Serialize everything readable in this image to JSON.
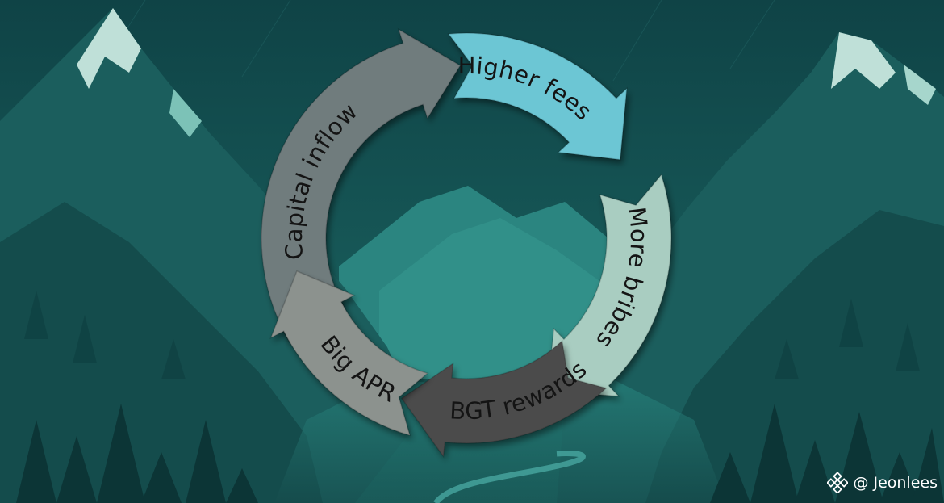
{
  "diagram": {
    "type": "cycle",
    "segments": [
      {
        "id": "capital",
        "label": "Capital inflow",
        "color": "#707b7d"
      },
      {
        "id": "fees",
        "label": "Higher fees",
        "color": "#6cc6d4"
      },
      {
        "id": "bribes",
        "label": "More bribes",
        "color": "#a9cdc1"
      },
      {
        "id": "bgt",
        "label": "BGT rewards",
        "color": "#4c4c4c"
      },
      {
        "id": "apr",
        "label": "Big APR",
        "color": "#8c928e"
      }
    ]
  },
  "watermark": {
    "handle": "@ Jeonlees",
    "icon": "binance-logo-icon"
  }
}
